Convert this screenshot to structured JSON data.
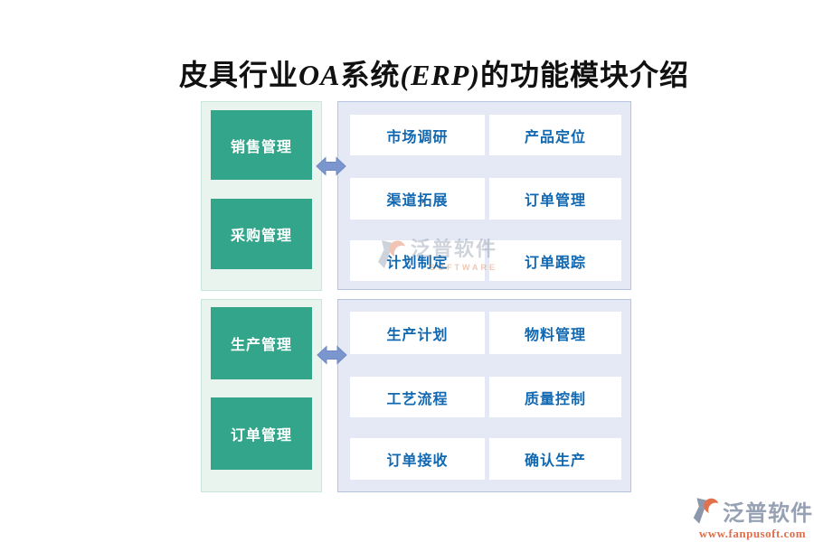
{
  "title": {
    "segments": [
      "皮具行业",
      "OA",
      "系统",
      "(ERP)",
      "的功能模块介绍"
    ]
  },
  "groups": [
    {
      "left_modules": [
        "销售管理",
        "采购管理"
      ],
      "sub_modules": [
        [
          "市场调研",
          "产品定位"
        ],
        [
          "渠道拓展",
          "订单管理"
        ],
        [
          "计划制定",
          "订单跟踪"
        ]
      ]
    },
    {
      "left_modules": [
        "生产管理",
        "订单管理"
      ],
      "sub_modules": [
        [
          "生产计划",
          "物料管理"
        ],
        [
          "工艺流程",
          "质量控制"
        ],
        [
          "订单接收",
          "确认生产"
        ]
      ]
    }
  ],
  "watermark": {
    "brand": "泛普软件",
    "subtitle": "SOFTWARE"
  },
  "brand_footer": {
    "name": "泛普软件",
    "url": "www.fanpusoft.com"
  },
  "icons": {
    "arrow": "double-arrow-icon",
    "logo": "fanpu-logo-icon"
  },
  "colors": {
    "module_green": "#33a58b",
    "panel_green_bg": "#e9f4ef",
    "panel_green_border": "#c9e6da",
    "panel_blue_bg": "#e4e9f5",
    "panel_blue_border": "#b6c3e1",
    "module_label_blue": "#1168b2",
    "arrow_blue": "#7b96cf",
    "brand_grey": "#97a1b4",
    "brand_orange": "#de6f4d",
    "title_color": "#111111"
  }
}
